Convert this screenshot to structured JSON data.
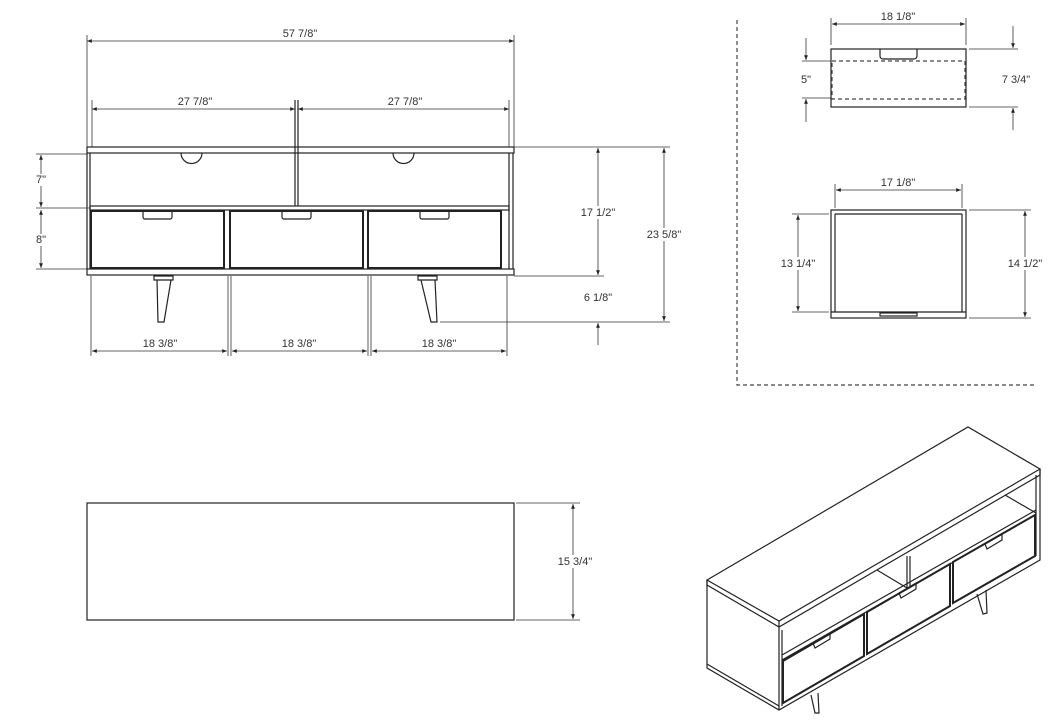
{
  "front_view": {
    "overall_width": "57 7/8\"",
    "half_width_left": "27 7/8\"",
    "half_width_right": "27 7/8\"",
    "shelf_height": "7\"",
    "drawer_height": "8\"",
    "body_height": "17 1/2\"",
    "total_height": "23 5/8\"",
    "leg_height": "6 1/8\"",
    "drawer_widths": [
      "18 3/8\"",
      "18 3/8\"",
      "18 3/8\""
    ]
  },
  "drawer_detail": {
    "front_width": "18 1/8\"",
    "inner_height": "5\"",
    "front_height": "7 3/4\"",
    "box_width": "17 1/8\"",
    "box_depth": "13 1/4\"",
    "total_depth": "14 1/2\""
  },
  "top_view": {
    "depth": "15 3/4\""
  }
}
